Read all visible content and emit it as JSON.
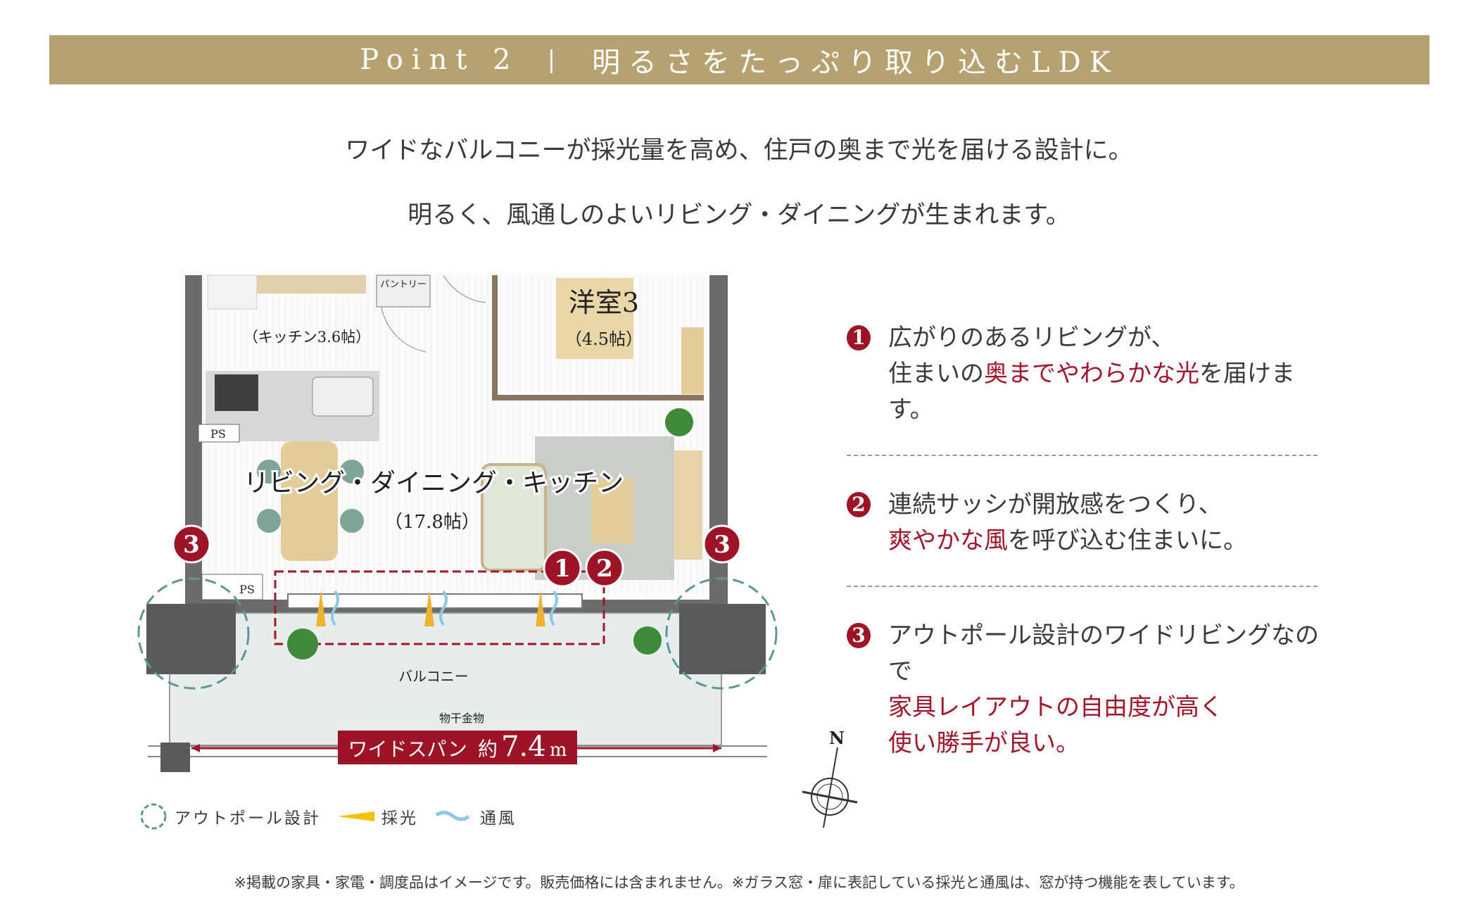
{
  "banner": {
    "point_label": "Point 2",
    "separator": "|",
    "title": "明るさをたっぷり取り込むLDK"
  },
  "intro": {
    "line1": "ワイドなバルコニーが採光量を高め、住戸の奥まで光を届ける設計に。",
    "line2": "明るく、風通しのよいリビング・ダイニングが生まれます。"
  },
  "floor_plan": {
    "room_western": "洋室3",
    "room_western_size": "（4.5帖）",
    "kitchen_size": "（キッチン3.6帖）",
    "pantry": "パントリー",
    "ps1": "PS",
    "ps2": "PS",
    "ldk": "リビング・ダイニング・キッチン",
    "ldk_size": "（17.8帖）",
    "balcony": "バルコニー",
    "drying_hardware": "物干金物",
    "wide_span_label": "ワイドスパン",
    "wide_span_prefix": "約",
    "wide_span_value": "7.4",
    "wide_span_unit": "m",
    "markers": [
      "1",
      "2",
      "3"
    ],
    "compass_label": "N"
  },
  "points": [
    {
      "number": "1",
      "line1": "広がりのあるリビングが、",
      "line2_pre": "住まいの",
      "line2_red": "奥までやわらかな光",
      "line2_post": "を届けます。"
    },
    {
      "number": "2",
      "line1": "連続サッシが開放感をつくり、",
      "line2_red": "爽やかな風",
      "line2_post": "を呼び込む住まいに。"
    },
    {
      "number": "3",
      "line1": "アウトポール設計のワイドリビングなので",
      "line2_red": "家具レイアウトの自由度が高く",
      "line3_red": "使い勝手が良い。"
    }
  ],
  "legend": {
    "outpole": "アウトポール設計",
    "light": "採光",
    "wind": "通風"
  },
  "footnote": "※掲載の家具・家電・調度品はイメージです。販売価格には含まれません。※ガラス窓・扉に表記している採光と通風は、窓が持つ機能を表しています。",
  "colors": {
    "banner": "#b6a271",
    "accent_red": "#9c1426",
    "outpole_teal": "#5b9797",
    "light_yellow": "#f0b030",
    "wind_blue": "#8cc8e0"
  }
}
